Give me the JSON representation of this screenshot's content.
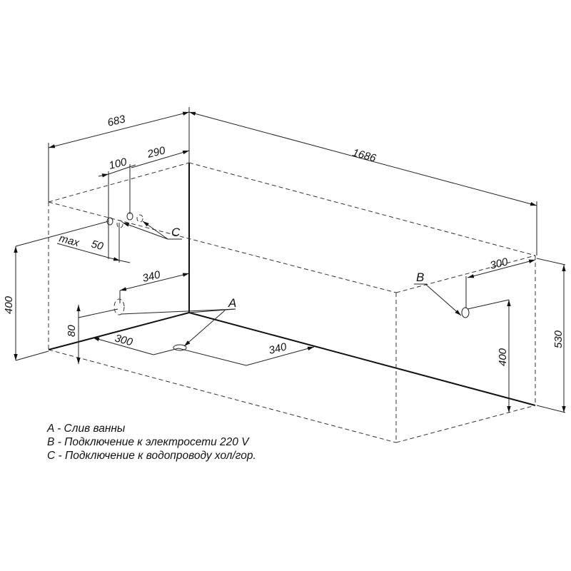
{
  "dimensions": {
    "width_683": "683",
    "length_1686": "1686",
    "dist_290": "290",
    "dist_100": "100",
    "max_label": "max",
    "max_50": "50",
    "height_left_400": "400",
    "dist_left_340": "340",
    "height_80": "80",
    "floor_300": "300",
    "floor_340": "340",
    "right_300": "300",
    "height_right_400": "400",
    "height_530": "530"
  },
  "markers": {
    "a": "A",
    "b": "B",
    "c": "C"
  },
  "legend": [
    "A - Слив ванны",
    "B - Подключение к электросети 220 V",
    "C - Подключение к водопроводу хол/гор."
  ]
}
